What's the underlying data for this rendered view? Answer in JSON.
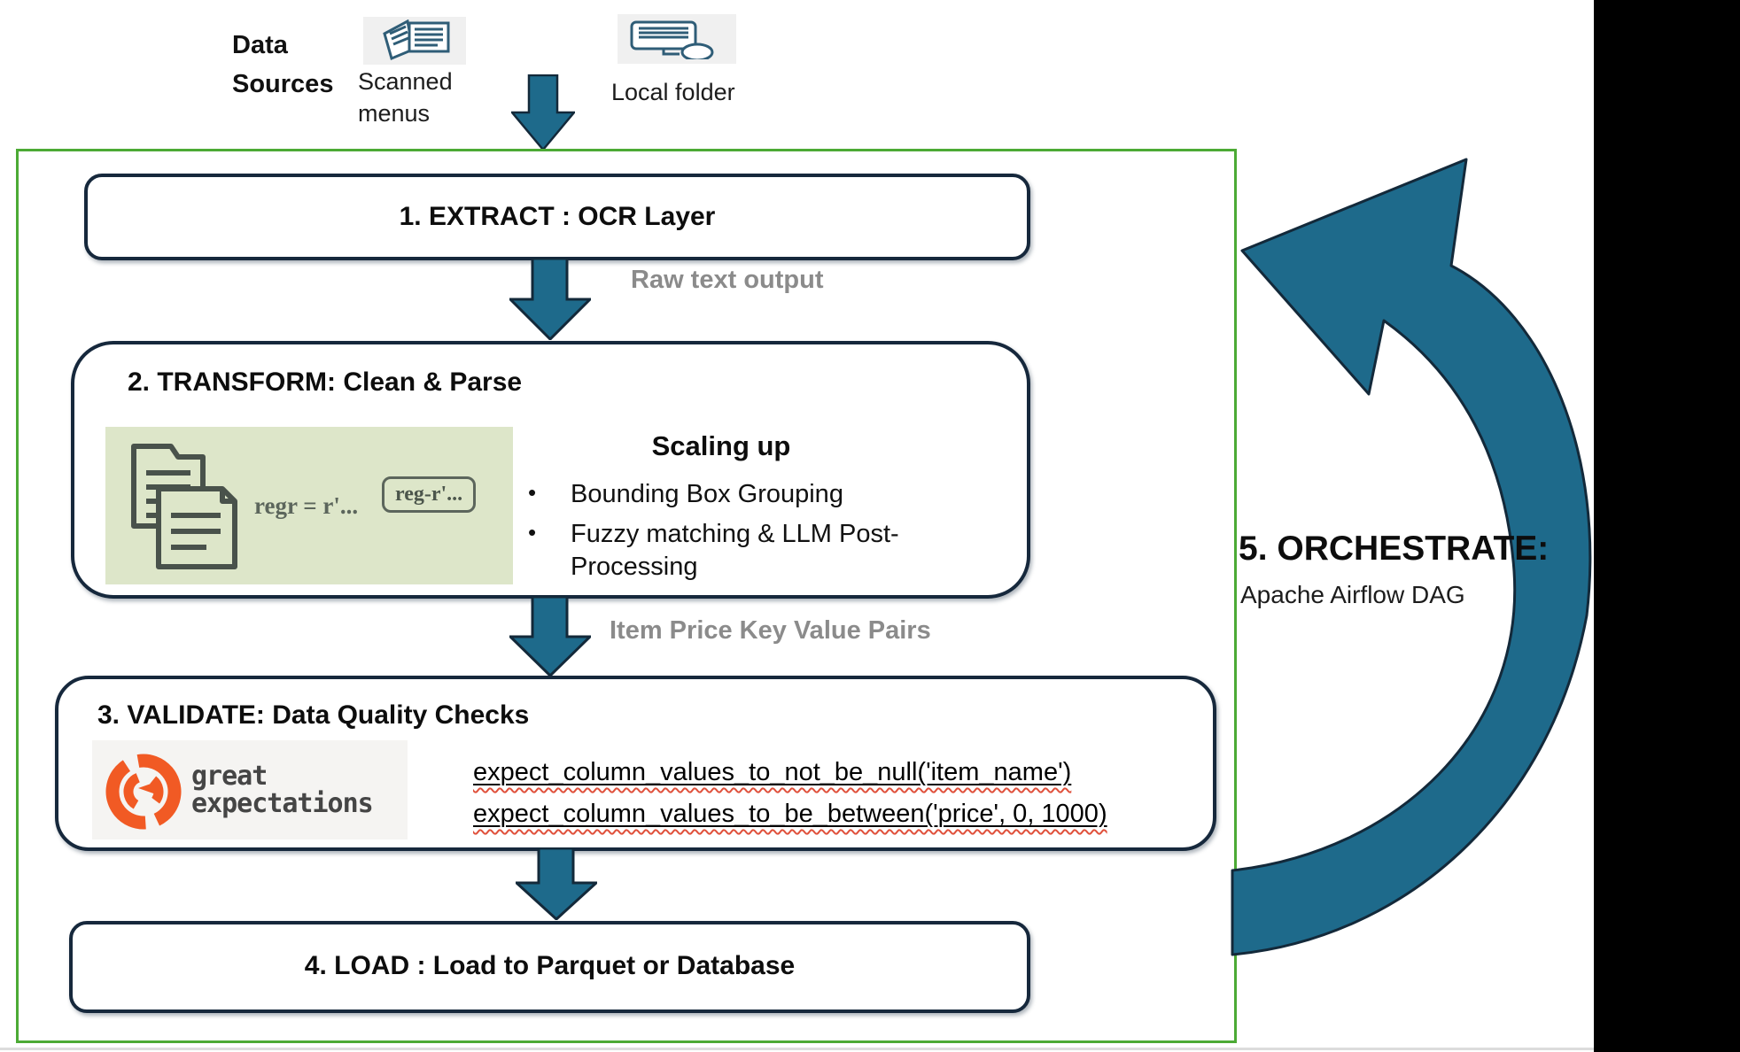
{
  "header": {
    "label": "Data Sources",
    "sources": [
      {
        "name": "Scanned menus",
        "icon": "scanned-menus-icon"
      },
      {
        "name": "Local folder",
        "icon": "local-folder-icon"
      }
    ]
  },
  "pipeline": {
    "step1": {
      "title": "1. EXTRACT : OCR Layer"
    },
    "flow1_label": "Raw text output",
    "step2": {
      "title": "2. TRANSFORM: Clean & Parse",
      "regex_sample": "regr = r'...",
      "regex_boxed": "reg-r'...",
      "subheading": "Scaling up",
      "bullets": [
        "Bounding Box Grouping",
        "Fuzzy matching & LLM Post-Processing"
      ],
      "bullet_glyph": "•",
      "icon": "documents-icon"
    },
    "flow2_label": "Item Price Key Value Pairs",
    "step3": {
      "title": "3. VALIDATE: Data Quality Checks",
      "logo": {
        "name": "great-expectations-logo",
        "line1": "great",
        "line2": "expectations"
      },
      "code": [
        "expect_column_values_to_not_be_null('item_name')",
        "expect_column_values_to_be_between('price', 0, 1000)"
      ]
    },
    "step4": {
      "title": "4. LOAD : Load to Parquet or Database"
    },
    "step5": {
      "title": "5. ORCHESTRATE:",
      "subtitle": "Apache Airflow DAG",
      "icon": "cycle-arrow"
    }
  },
  "icons": {
    "down_arrow": "down-arrow",
    "cycle_arrow": "counterclockwise-cycle-arrow"
  },
  "colors": {
    "arrow_teal": "#1e6a8b",
    "outline_navy": "#16283c",
    "container_green": "#4caa35",
    "flow_label_gray": "#8b8b8b",
    "regex_tile_green": "#dde6c9",
    "great_expectations_orange": "#f15a24",
    "side_bar_black": "#000000"
  }
}
